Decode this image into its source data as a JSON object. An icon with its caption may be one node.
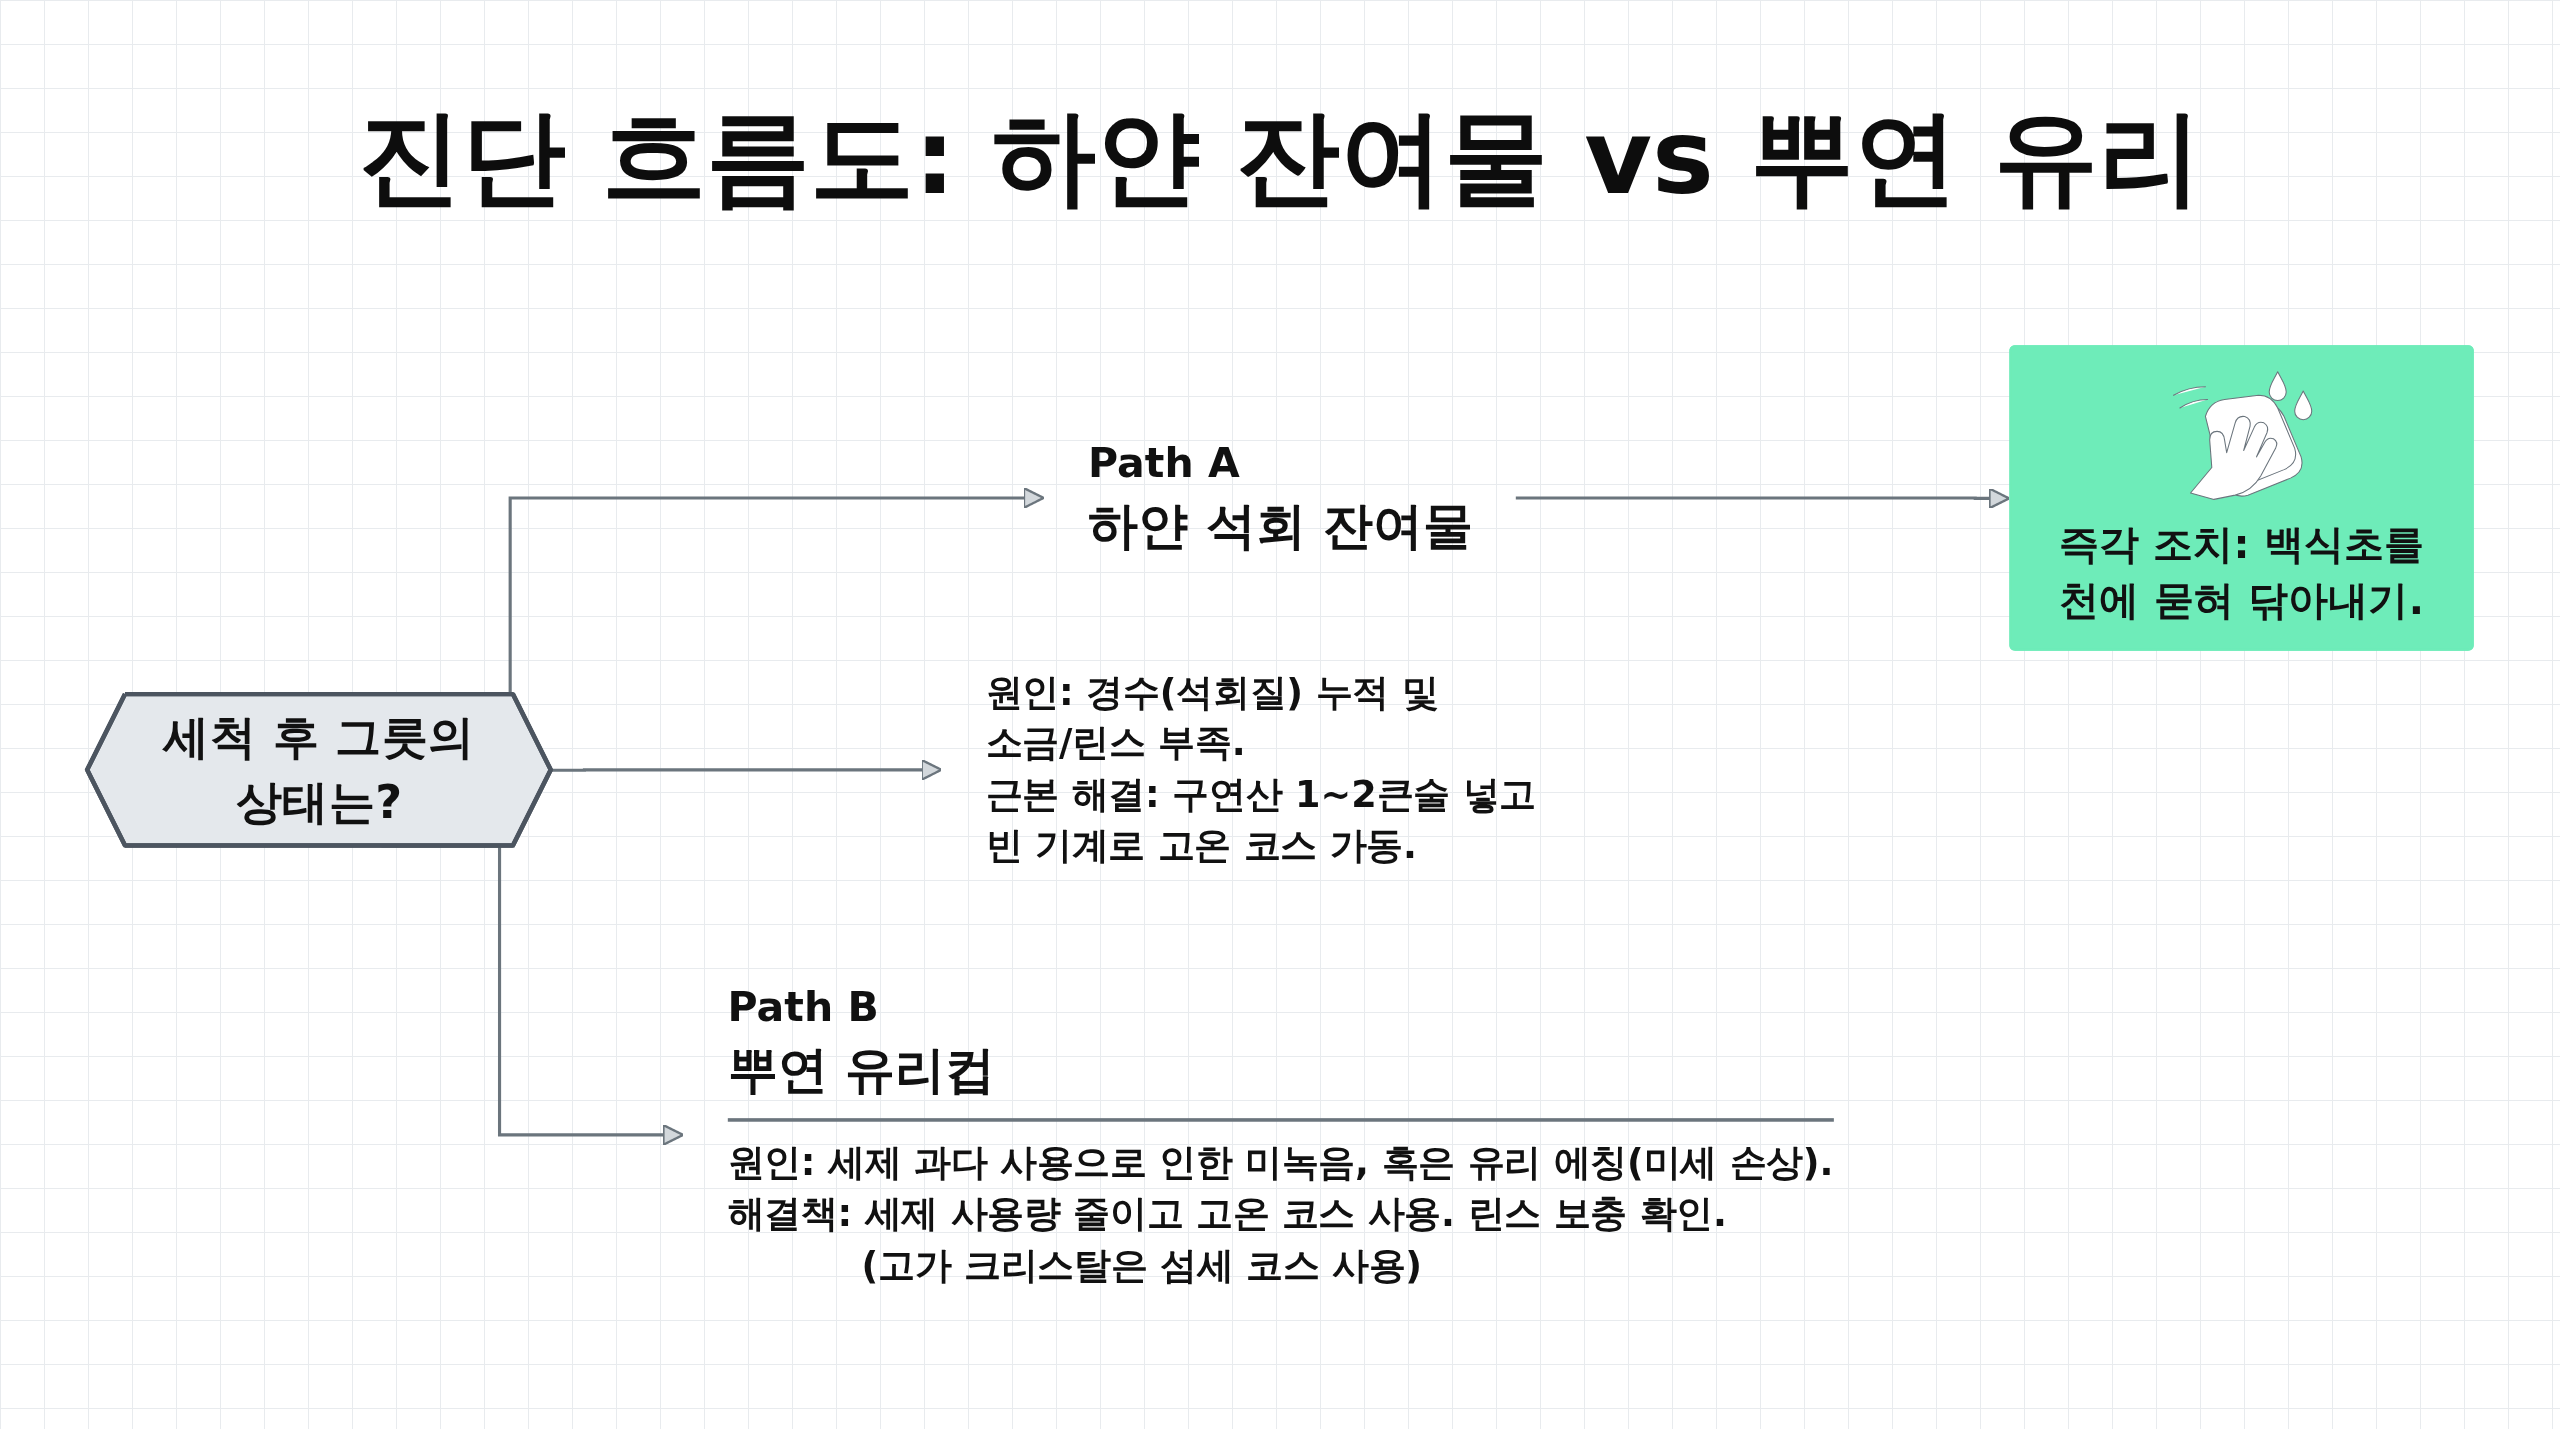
{
  "diagram": {
    "title": "진단 흐름도: 하얀 잔여물 vs 뿌연 유리",
    "nodes": [
      {
        "text": [
          "세척 후 그릇의 상태는?"
        ]
      },
      {
        "text": [
          "Path A",
          "하얀 석회 잔여물"
        ]
      },
      {
        "text": [
          "원인: 경수(석회질) 누적 및 소금/린스 부족.",
          "근본 해결: 구연산 1~2큰술 넣고 빈 기계로 고온 코스 가동."
        ]
      },
      {
        "text": [
          "즉각 조치: 백식초를 천에 묻혀 닦아내기."
        ]
      },
      {
        "text": [
          "Path B",
          "뿌연 유리컵",
          "원인: 세제 과다 사용으로 인한 미녹음, 혹은 유리 에칭(미세 손상).",
          "해결책: 세제 사용량 줄이고 고온 코스 사용. 린스 보충 확인.",
          "(고가 크리스탈은 섬세 코스 사용)"
        ]
      }
    ],
    "edges": [
      {
        "from": 0,
        "to": 1,
        "arrow": "to"
      },
      {
        "from": 0,
        "to": 2,
        "arrow": "to"
      },
      {
        "from": 0,
        "to": 4,
        "arrow": "to"
      },
      {
        "from": 1,
        "to": 3,
        "arrow": "to"
      }
    ]
  }
}
